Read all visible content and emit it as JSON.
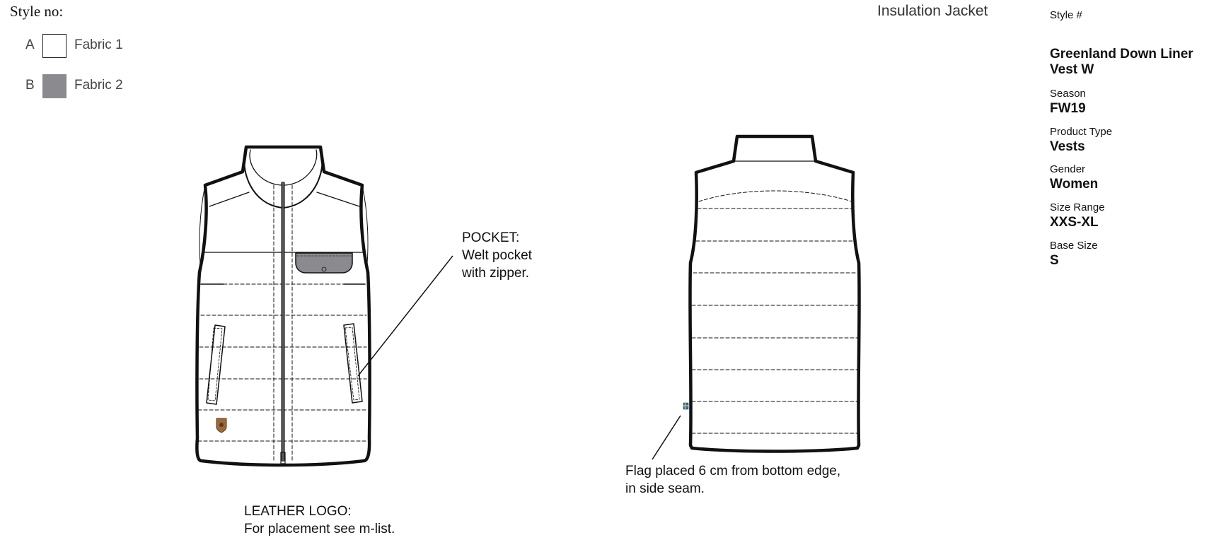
{
  "header": {
    "style_no_label": "Style no:",
    "title": "Insulation Jacket"
  },
  "legend": [
    {
      "letter": "A",
      "label": "Fabric 1",
      "color": "#ffffff"
    },
    {
      "letter": "B",
      "label": "Fabric 2",
      "color": "#8a8a8f"
    }
  ],
  "spec": {
    "style_label": "Style #",
    "product_name_line1": "Greenland Down Liner",
    "product_name_line2": "Vest W",
    "season_label": "Season",
    "season_value": "FW19",
    "product_type_label": "Product Type",
    "product_type_value": "Vests",
    "gender_label": "Gender",
    "gender_value": "Women",
    "size_range_label": "Size Range",
    "size_range_value": "XXS-XL",
    "base_size_label": "Base Size",
    "base_size_value": "S"
  },
  "notes": {
    "pocket_title": "POCKET:",
    "pocket_line1": "Welt pocket",
    "pocket_line2": "with zipper.",
    "flag_line1": "Flag placed 6 cm from bottom edge,",
    "flag_line2": "in side seam.",
    "logo_title": "LEATHER LOGO:",
    "logo_line1": "For placement see m-list."
  },
  "colors": {
    "outline": "#111111",
    "fabric2": "#8a8a8f",
    "leather": "#9c6a3a"
  }
}
